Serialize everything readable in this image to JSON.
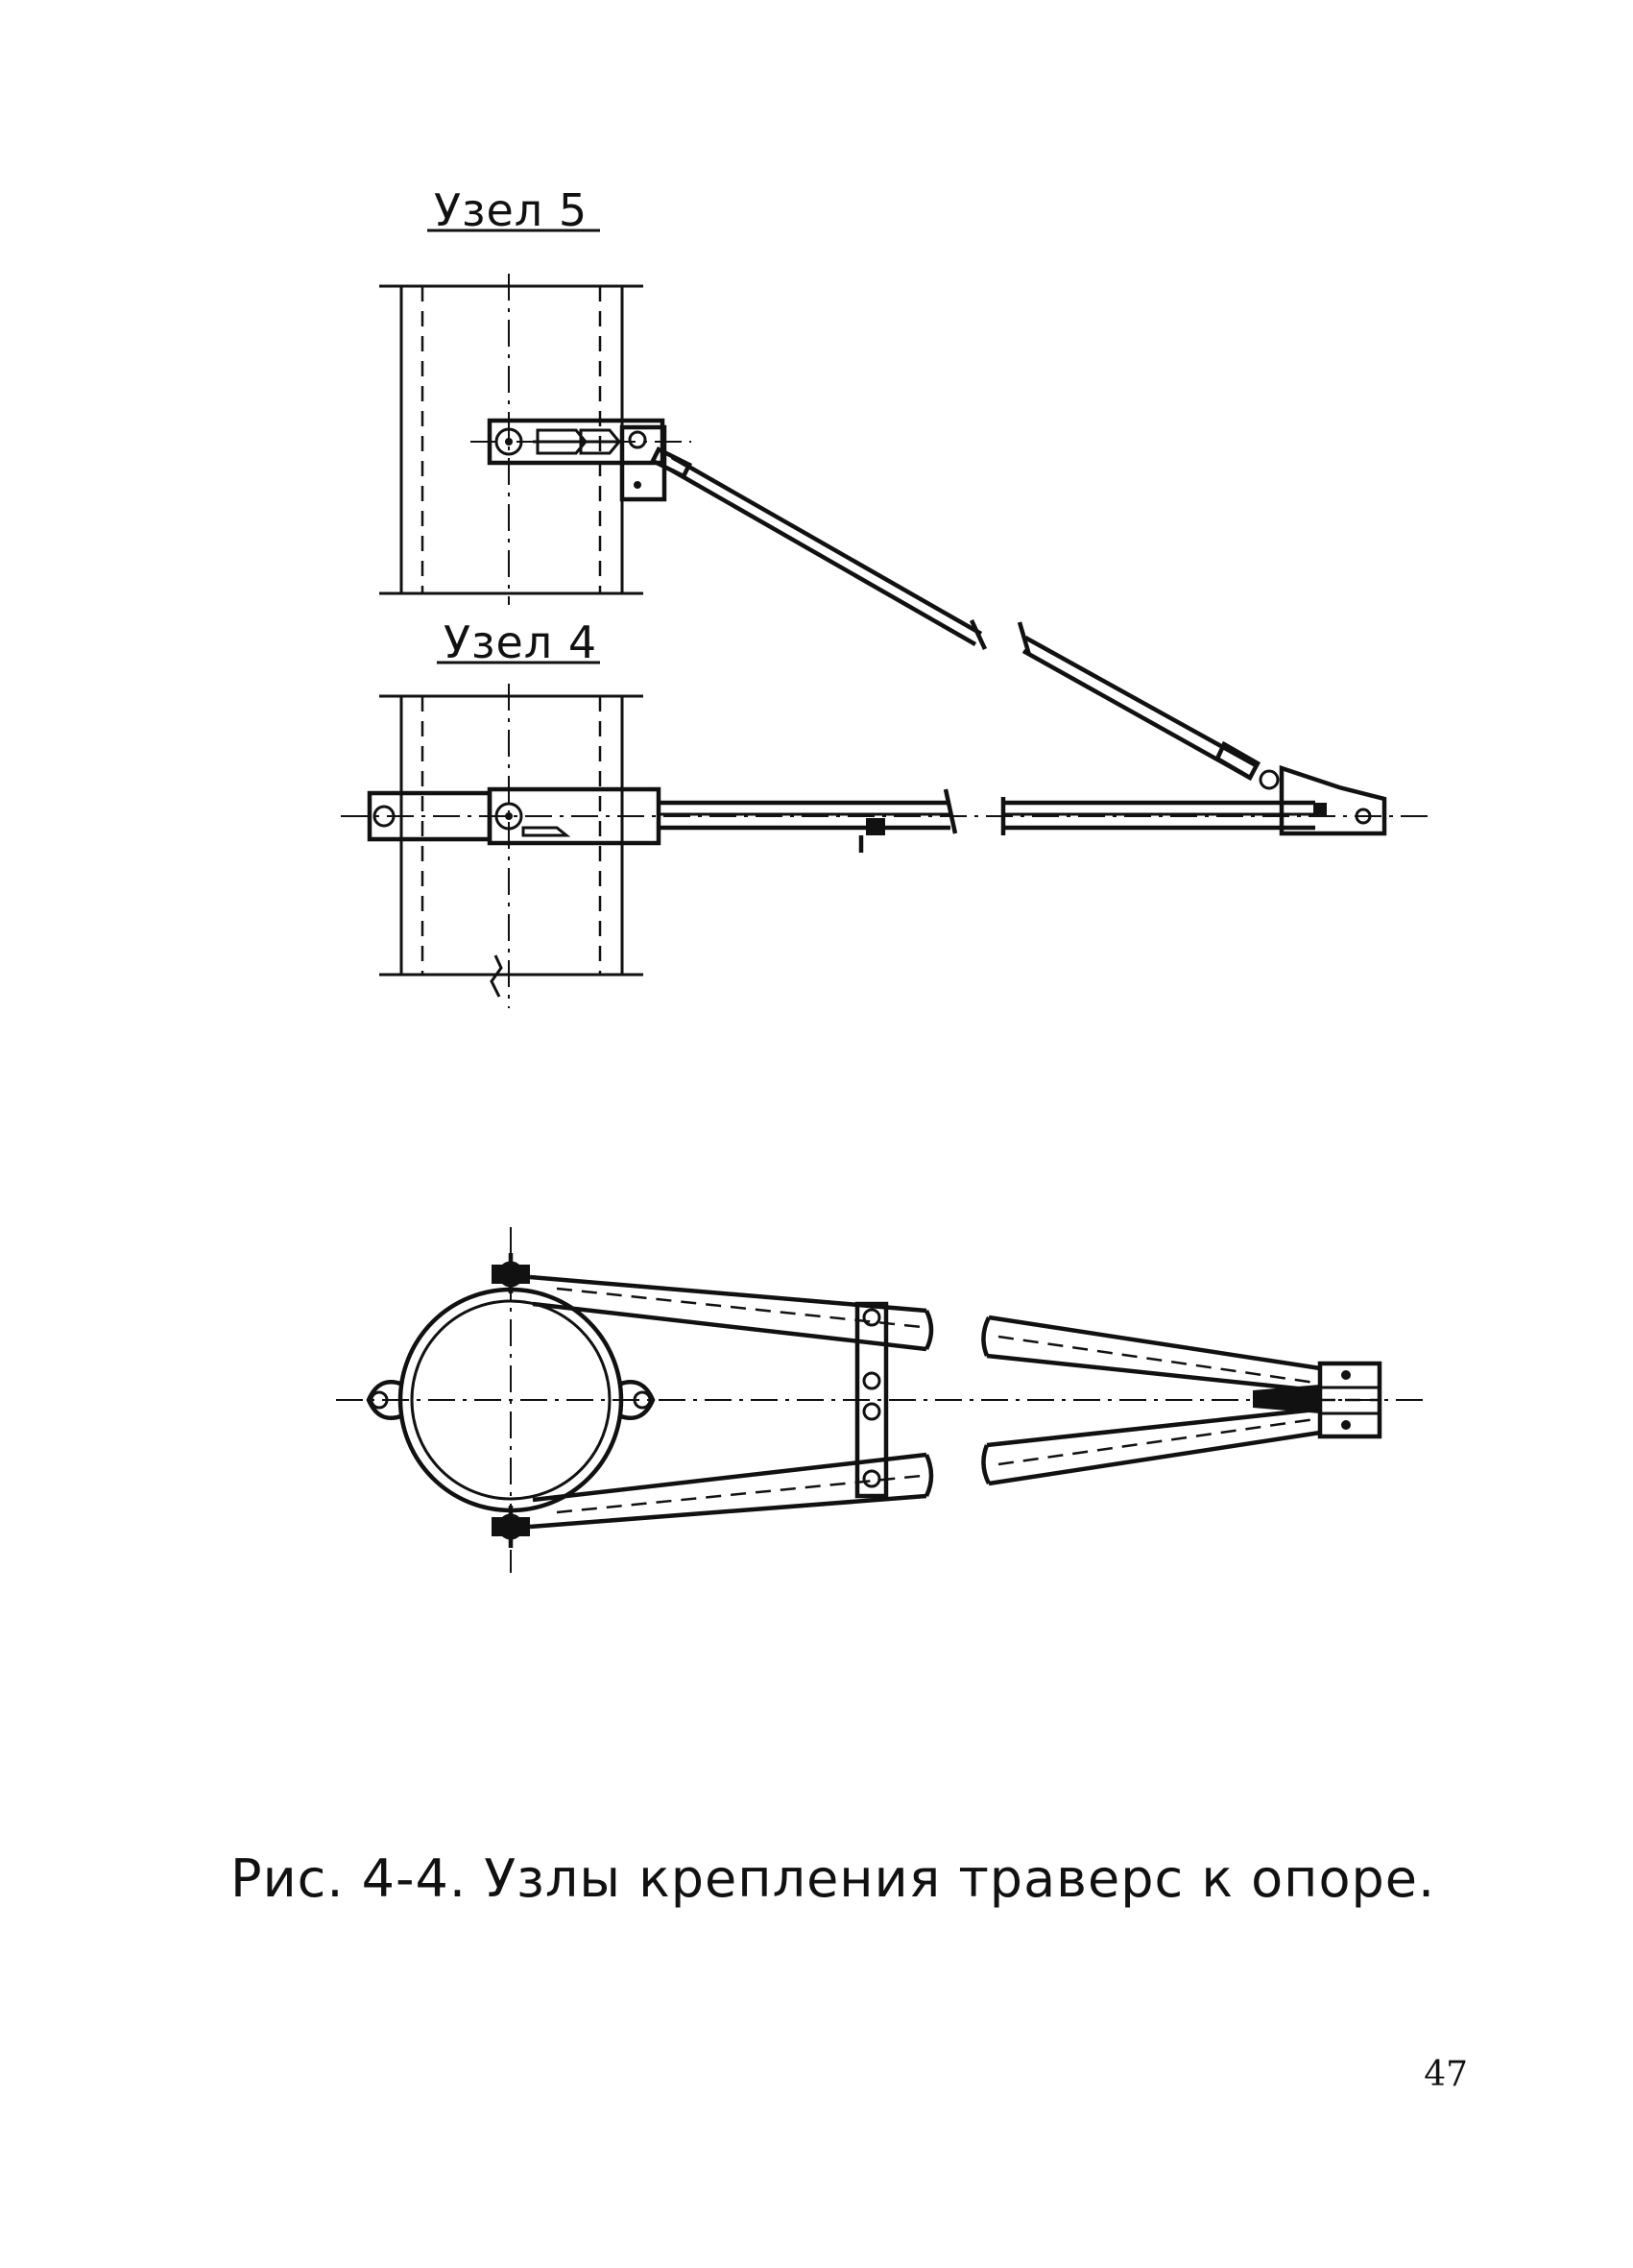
{
  "node5": {
    "title": "Узел 5"
  },
  "node4": {
    "title": "Узел 4"
  },
  "caption": "Рис. 4-4. Узлы крепления траверс к опоре.",
  "page_number": "47",
  "colors": {
    "ink": "#111111",
    "paper": "#ffffff"
  }
}
